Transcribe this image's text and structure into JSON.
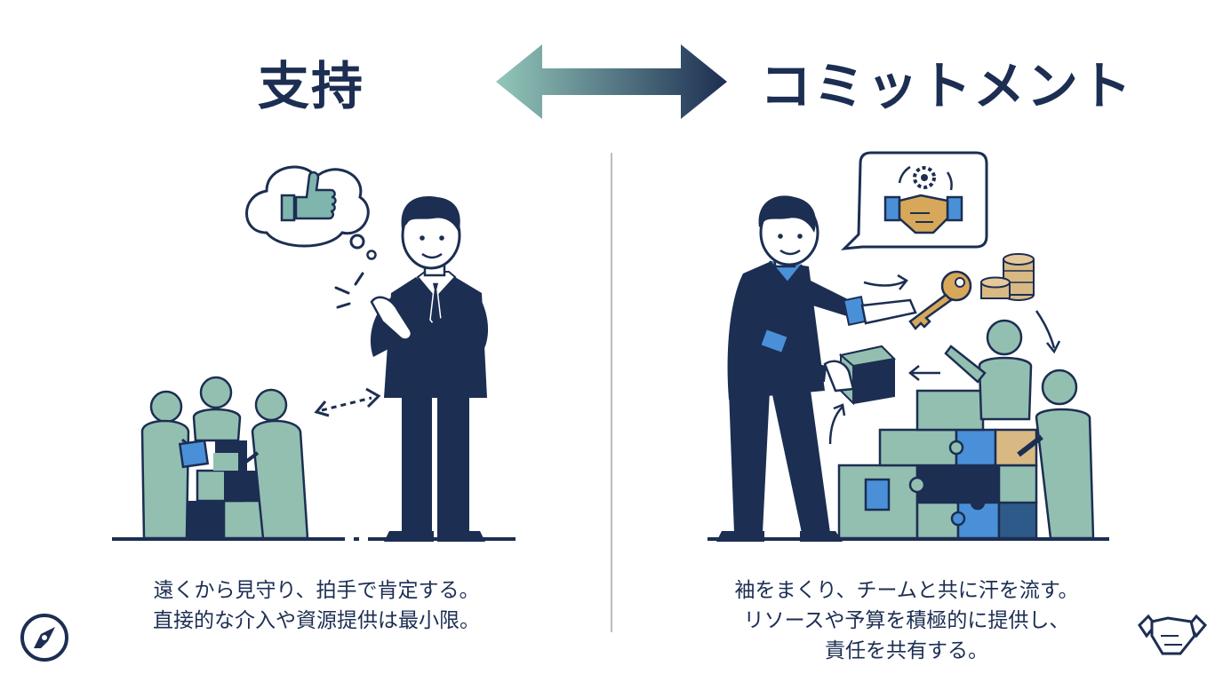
{
  "left": {
    "title": "支持",
    "caption_lines": [
      "遠くから見守り、拍手で肯定する。",
      "直接的な介入や資源提供は最小限。"
    ]
  },
  "right": {
    "title": "コミットメント",
    "caption_lines": [
      "袖をまくり、チームと共に汗を流す。",
      "リソースや予算を積極的に提供し、",
      "責任を共有する。"
    ]
  },
  "icons": {
    "center_arrow": "double-arrow-icon",
    "bottom_left": "compass-icon",
    "bottom_right": "handshake-icon"
  },
  "colors": {
    "navy": "#1c2e52",
    "sage": "#93bfb1",
    "blue": "#4a90d9",
    "tan": "#d8b984",
    "gold": "#d7a85a"
  }
}
